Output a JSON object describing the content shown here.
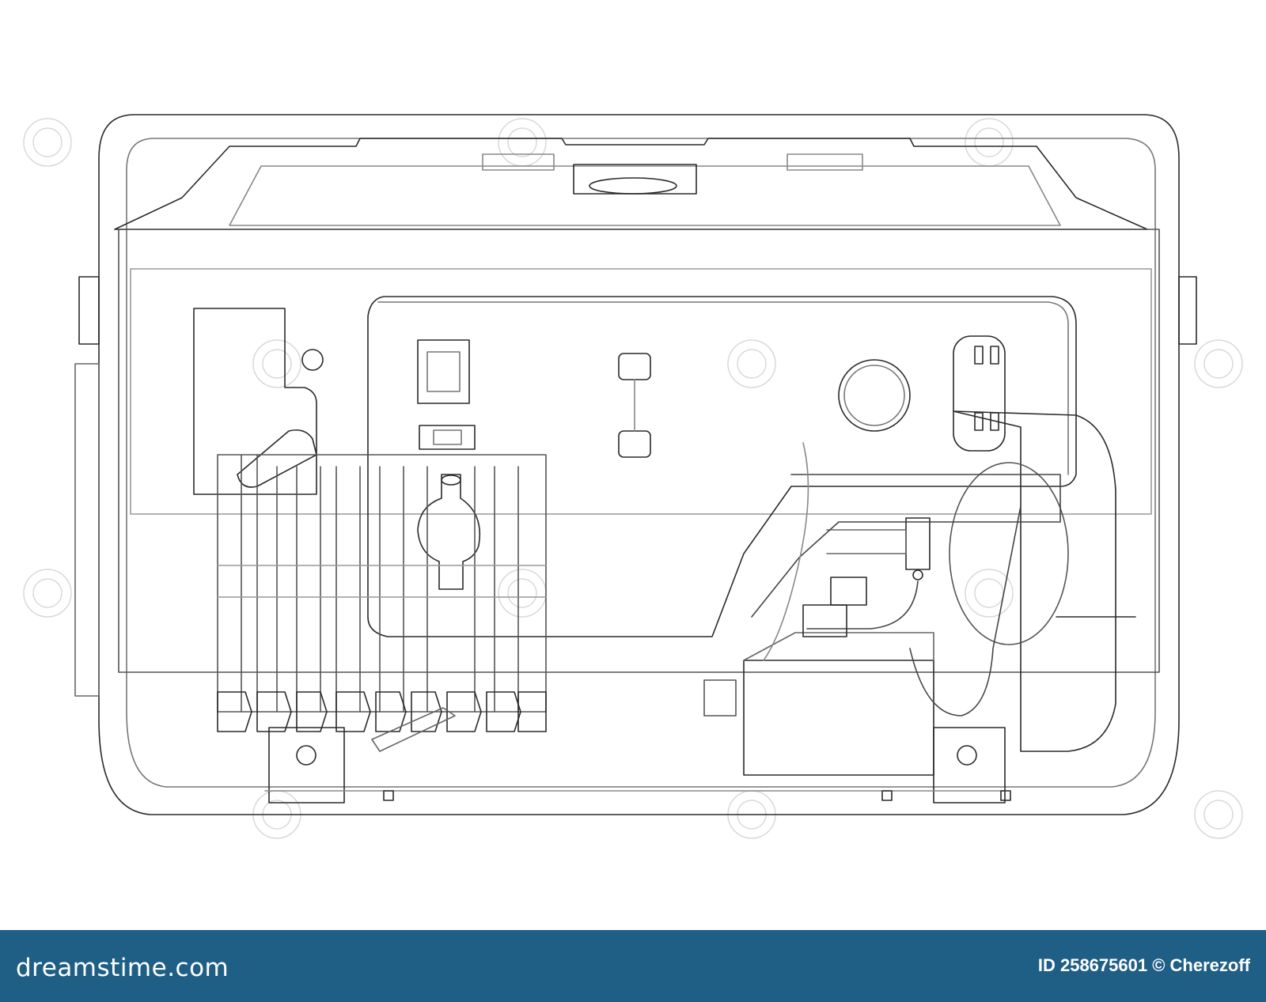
{
  "footer": {
    "brand": "dreamstime.com",
    "image_id": "ID 258675601",
    "copyright": "© Cherezoff",
    "background_color": "#1f5f86"
  },
  "drawing": {
    "subject": "portable generator wireframe",
    "line_color": "#2a2a2a",
    "background_color": "#ffffff"
  }
}
